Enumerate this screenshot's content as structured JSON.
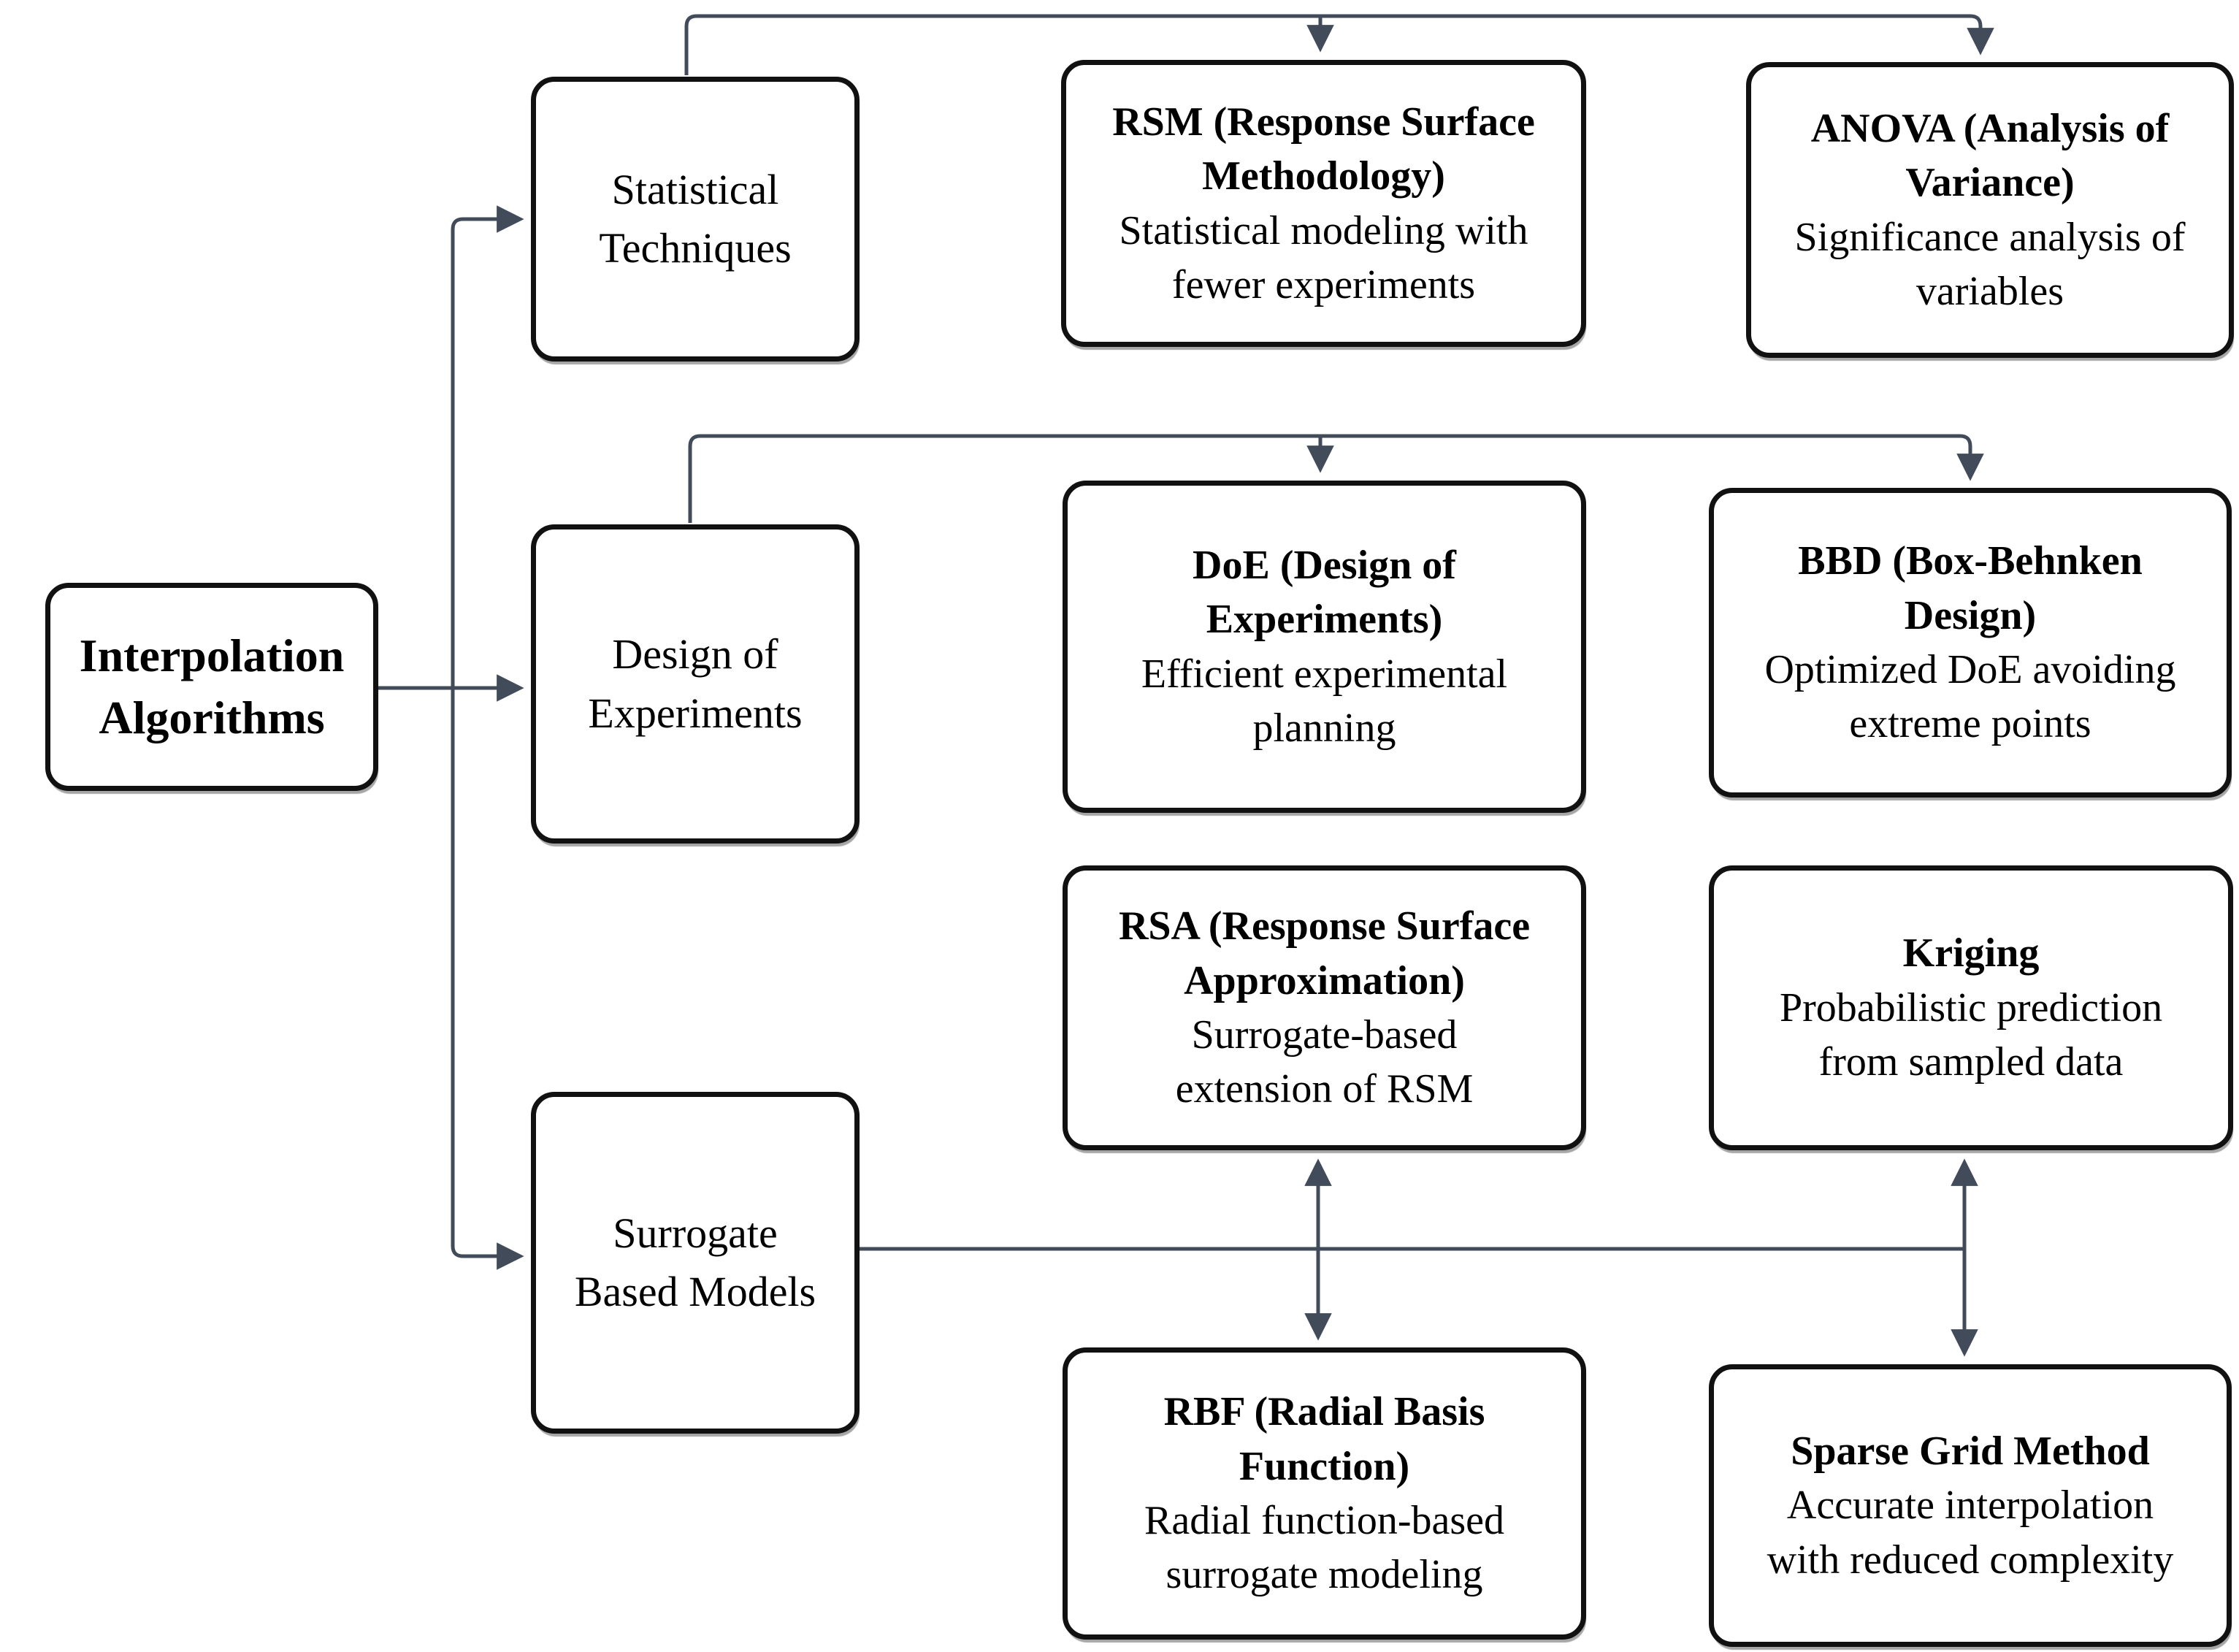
{
  "diagram": {
    "root": {
      "label": [
        "Interpolation",
        "Algorithms"
      ]
    },
    "categories": {
      "statistical": {
        "label": [
          "Statistical",
          "Techniques"
        ]
      },
      "design": {
        "label": [
          "Design of",
          "Experiments"
        ]
      },
      "surrogate": {
        "label": [
          "Surrogate",
          "Based Models"
        ]
      }
    },
    "methods": {
      "rsm": {
        "title": [
          "RSM (Response Surface",
          "Methodology)"
        ],
        "desc": [
          "Statistical modeling with",
          "fewer experiments"
        ]
      },
      "anova": {
        "title": [
          "ANOVA (Analysis of",
          "Variance)"
        ],
        "desc": [
          "Significance analysis of",
          "variables"
        ]
      },
      "doe": {
        "title": [
          "DoE (Design of",
          "Experiments)"
        ],
        "desc": [
          "Efficient experimental",
          "planning"
        ]
      },
      "bbd": {
        "title": [
          "BBD (Box-Behnken",
          "Design)"
        ],
        "desc": [
          "Optimized DoE avoiding",
          "extreme points"
        ]
      },
      "rsa": {
        "title": [
          "RSA (Response Surface",
          "Approximation)"
        ],
        "desc": [
          "Surrogate-based",
          "extension of RSM"
        ]
      },
      "kriging": {
        "title": [
          "Kriging"
        ],
        "desc": [
          "Probabilistic prediction",
          "from sampled data"
        ]
      },
      "rbf": {
        "title": [
          "RBF (Radial Basis",
          "Function)"
        ],
        "desc": [
          "Radial function-based",
          "surrogate modeling"
        ]
      },
      "sparse": {
        "title": [
          "Sparse Grid Method"
        ],
        "desc": [
          "Accurate interpolation",
          "with reduced complexity"
        ]
      }
    },
    "colors": {
      "connector": "#414b5a",
      "box_border": "#111111",
      "background": "#ffffff",
      "text": "#000000"
    }
  }
}
